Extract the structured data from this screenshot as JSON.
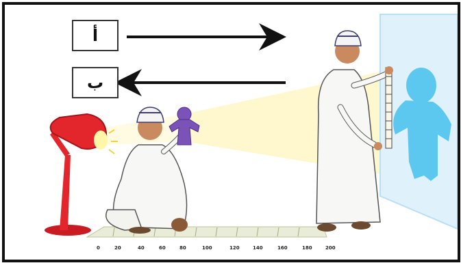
{
  "labels": {
    "a": "أ",
    "b": "ب"
  },
  "ruler": {
    "ticks": [
      "0",
      "20",
      "40",
      "60",
      "80",
      "100",
      "120",
      "140",
      "160",
      "180",
      "200"
    ]
  },
  "colors": {
    "lamp": "#e3262b",
    "puppet": "#7b53b8",
    "shadow": "#5cc8f0",
    "screen": "#dff1fb",
    "light_beam": "#fff7c8",
    "robe": "#f7f7f5",
    "floor_mat": "#e9ecd6"
  }
}
